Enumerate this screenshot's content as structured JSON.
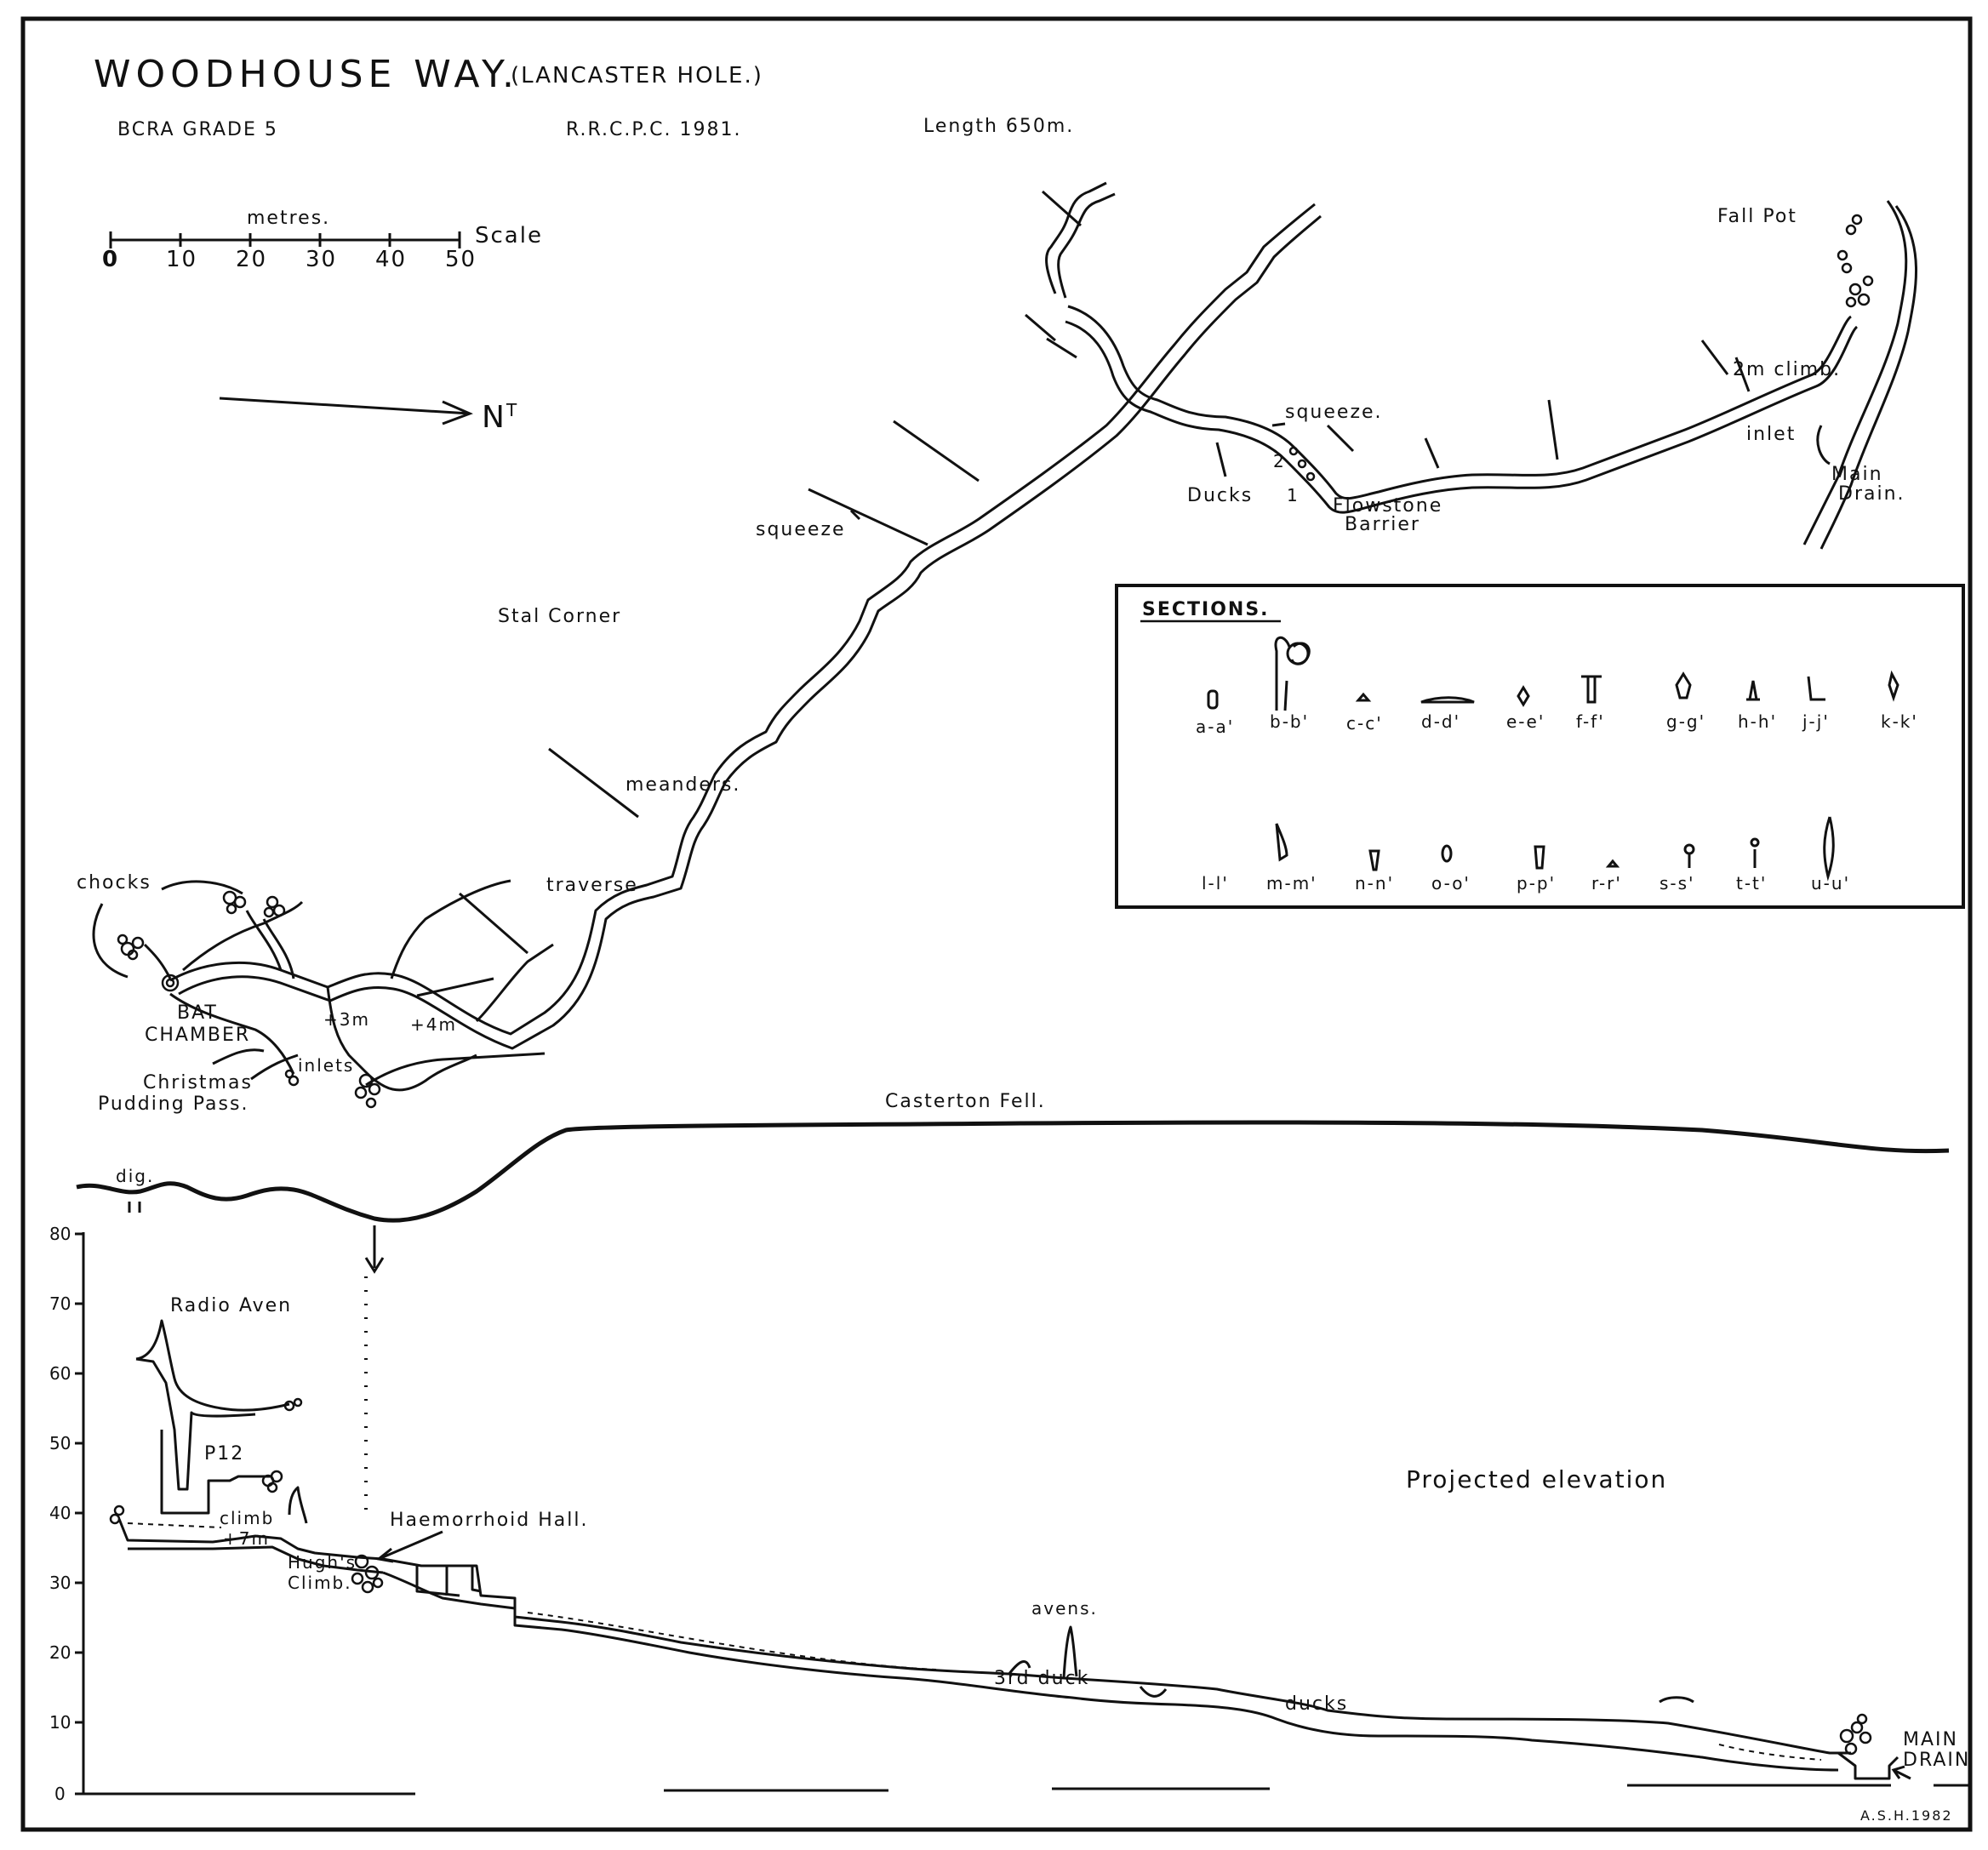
{
  "header": {
    "title": "WOODHOUSE  WAY.",
    "title_suffix": "(LANCASTER HOLE.)",
    "grade": "BCRA  GRADE 5",
    "survey": "R.R.C.P.C. 1981.",
    "length": "Length  650m."
  },
  "scale_bar": {
    "unit_label": "metres.",
    "ticks": [
      "0",
      "10",
      "20",
      "30",
      "40",
      "50"
    ],
    "word": "Scale"
  },
  "north": {
    "label": "N",
    "sup": "T"
  },
  "plan_labels": {
    "stal_corner": "Stal Corner",
    "squeeze_1": "squeeze",
    "squeeze_2": "squeeze.",
    "meanders": "meanders.",
    "traverse": "traverse",
    "chocks": "chocks",
    "bat_chamber_1": "BAT",
    "bat_chamber_2": "CHAMBER",
    "christmas_1": "Christmas",
    "christmas_2": "Pudding Pass.",
    "inlets": "inlets",
    "plus3": "+3m",
    "plus4": "+4m",
    "ducks": "Ducks",
    "duck_1": "1",
    "duck_2": "2",
    "flowstone_1": "Flowstone",
    "flowstone_2": "Barrier",
    "fall_pot": "Fall Pot",
    "climb_2m": "2m climb.",
    "inlet": "inlet",
    "main_drain_1": "Main",
    "main_drain_2": "Drain."
  },
  "sections": {
    "title": "SECTIONS.",
    "row1": [
      "a-a'",
      "b-b'",
      "c-c'",
      "d-d'",
      "e-e'",
      "f-f'",
      "g-g'",
      "h-h'",
      "j-j'",
      "k-k'"
    ],
    "row2": [
      "l-l'",
      "m-m'",
      "n-n'",
      "o-o'",
      "p-p'",
      "r-r'",
      "s-s'",
      "t-t'",
      "u-u'"
    ]
  },
  "elevation": {
    "surface_label": "Casterton Fell.",
    "dig": "dig.",
    "heading": "Projected  elevation",
    "y_ticks": [
      "80",
      "70",
      "60",
      "50",
      "40",
      "30",
      "20",
      "10",
      "0"
    ],
    "radio_aven": "Radio Aven",
    "p12": "P12",
    "climb": "climb",
    "plus7": "+7m",
    "hughs_1": "Hugh's",
    "hughs_2": "Climb.",
    "haemorrhoid": "Haemorrhoid Hall.",
    "avens": "avens.",
    "third_duck": "3rd duck",
    "ducks": "ducks",
    "main_drain_1": "MAIN",
    "main_drain_2": "DRAIN"
  },
  "signature": "A.S.H.1982",
  "colors": {
    "ink": "#111111",
    "paper": "#ffffff"
  }
}
